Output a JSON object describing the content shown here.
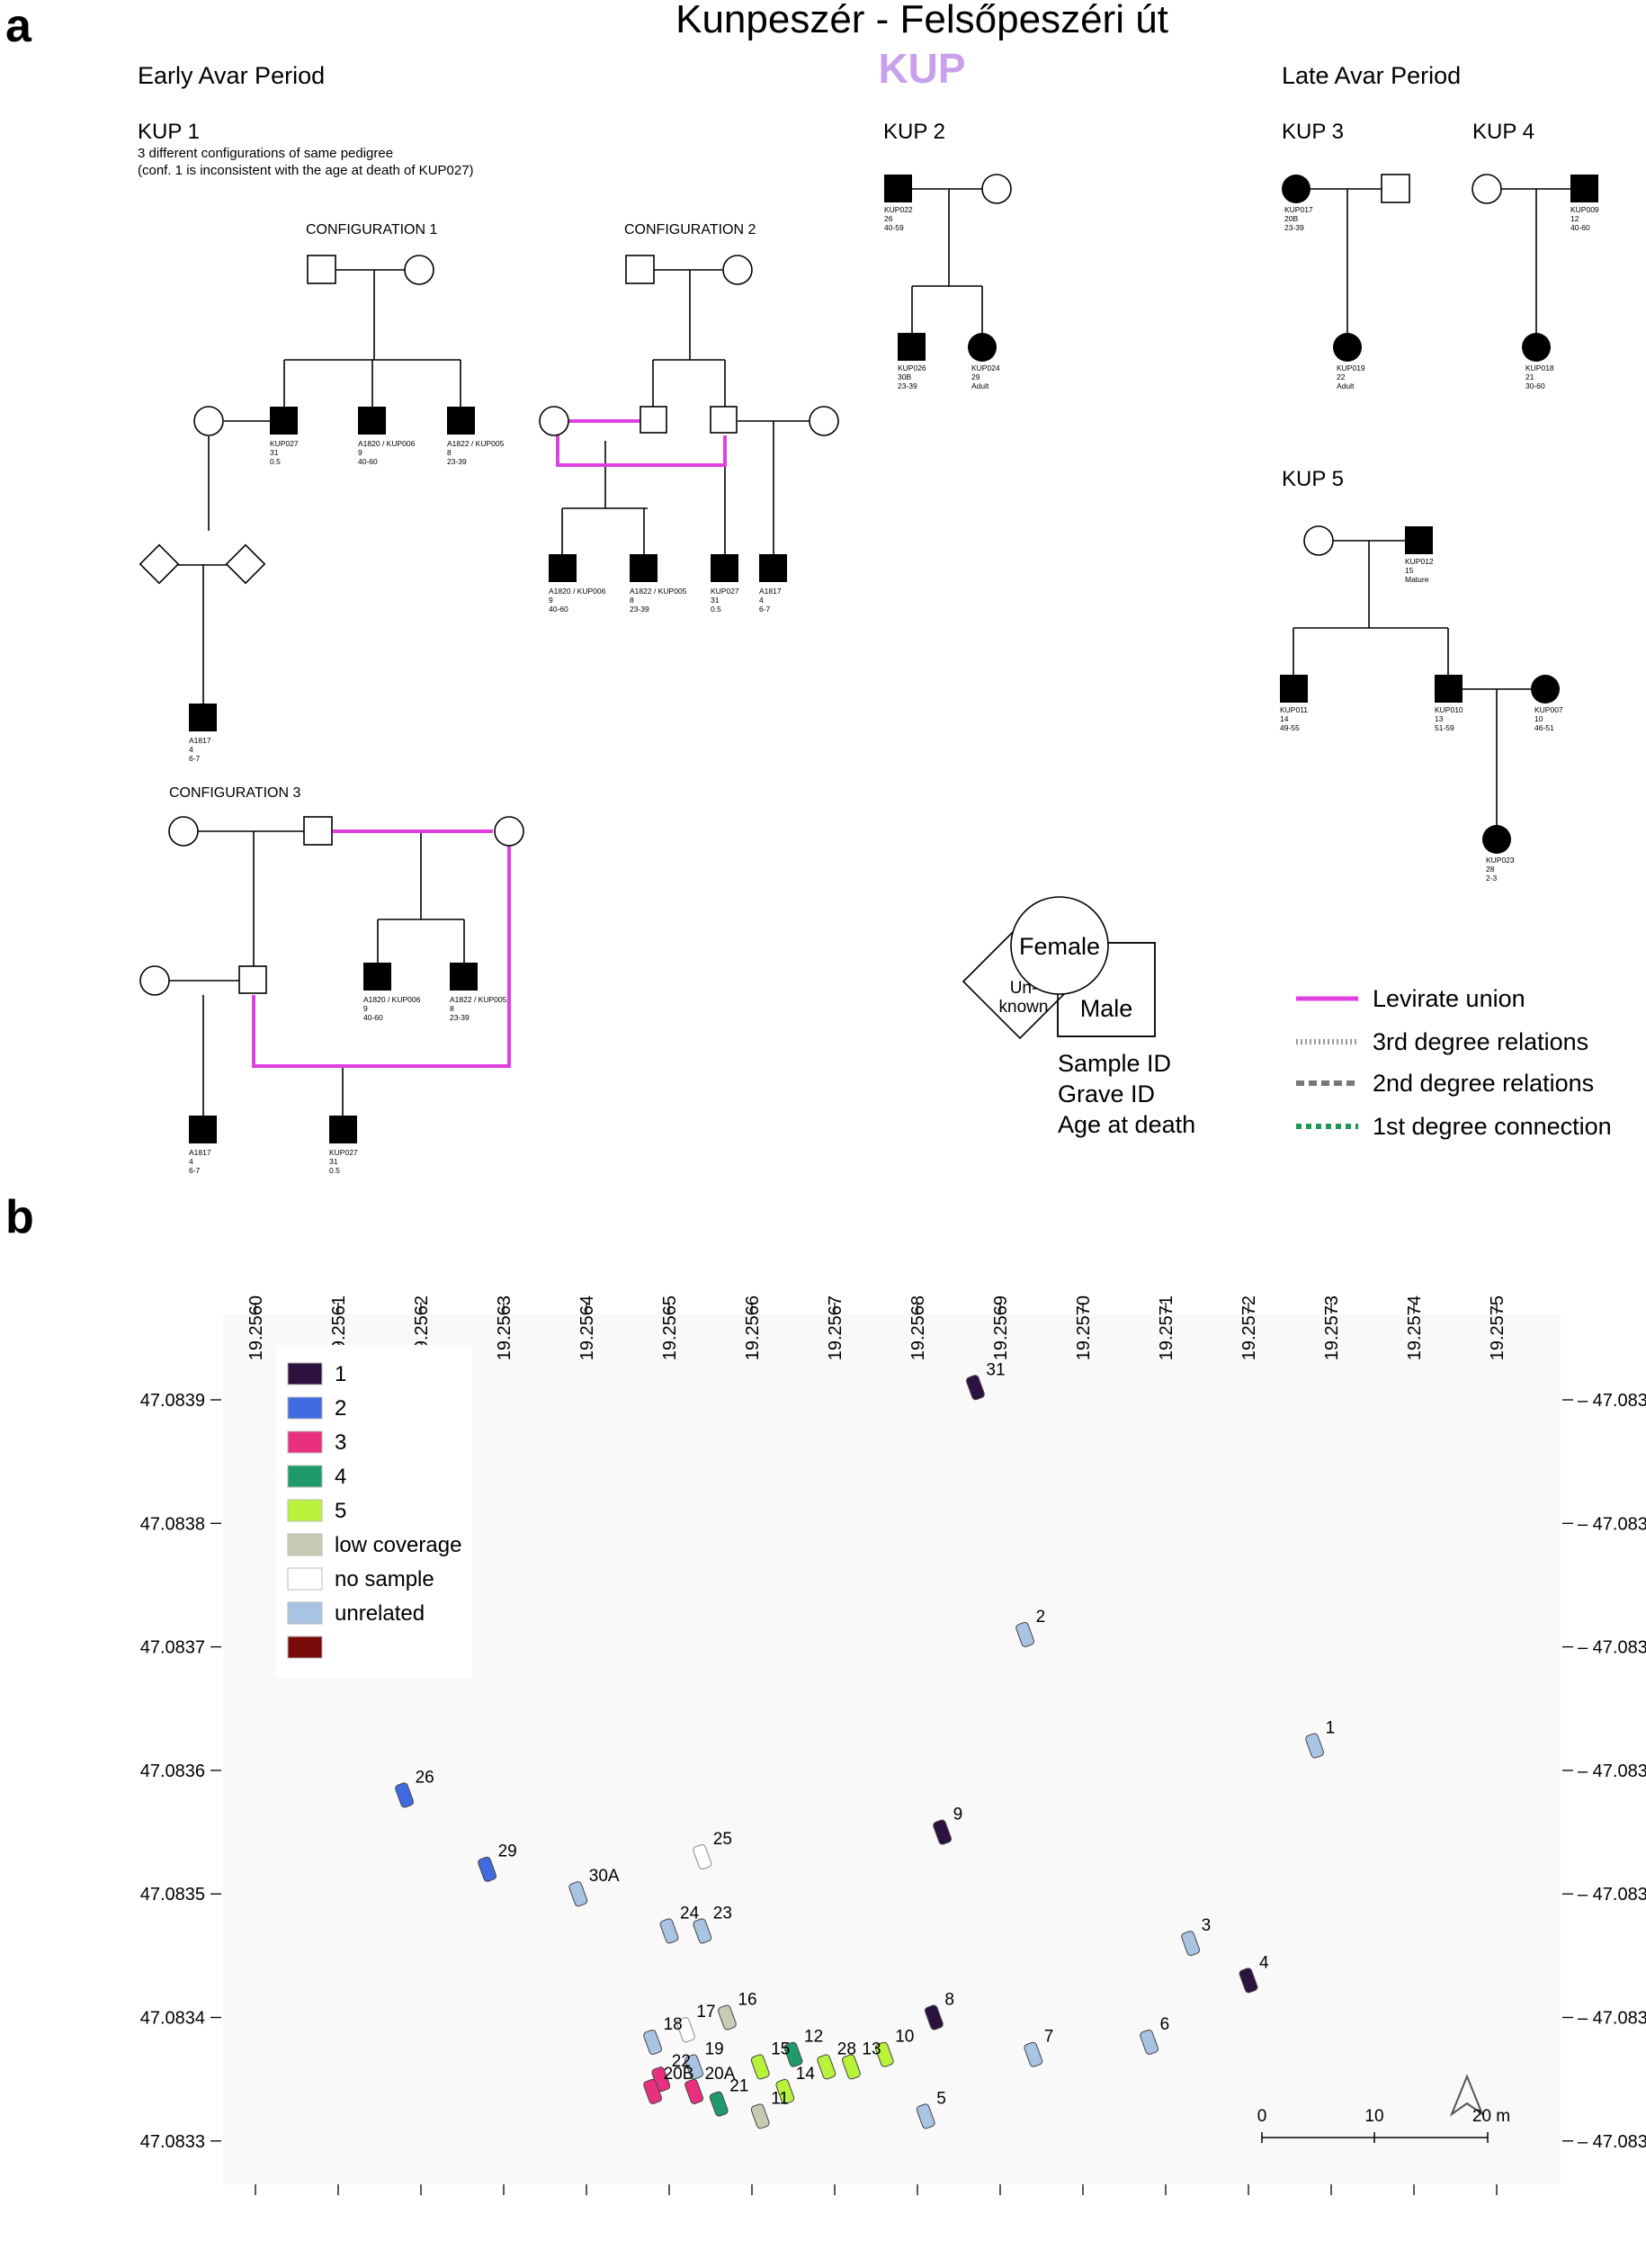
{
  "panel_a": {
    "label": "a",
    "title": "Kunpeszér - Felsőpeszéri út",
    "site_code": "KUP",
    "early_period": "Early Avar Period",
    "late_period": "Late Avar Period",
    "kup1": {
      "name": "KUP 1",
      "note1": "3 different configurations of same pedigree",
      "note2": "(conf. 1 is inconsistent with the age at death of KUP027)",
      "conf1": "CONFIGURATION 1",
      "conf2": "CONFIGURATION 2",
      "conf3": "CONFIGURATION 3"
    },
    "kup2": "KUP 2",
    "kup3": "KUP 3",
    "kup4": "KUP 4",
    "kup5": "KUP 5",
    "individuals": {
      "c1_kup027": [
        "KUP027",
        "31",
        "0.5"
      ],
      "c1_a1820": [
        "A1820 / KUP006",
        "9",
        "40-60"
      ],
      "c1_a1822": [
        "A1822 / KUP005",
        "8",
        "23-39"
      ],
      "c1_a1817": [
        "A1817",
        "4",
        "6-7"
      ],
      "c2_a1820": [
        "A1820 / KUP006",
        "9",
        "40-60"
      ],
      "c2_a1822": [
        "A1822 / KUP005",
        "8",
        "23-39"
      ],
      "c2_kup027": [
        "KUP027",
        "31",
        "0.5"
      ],
      "c2_a1817": [
        "A1817",
        "4",
        "6-7"
      ],
      "c3_a1820": [
        "A1820 / KUP006",
        "9",
        "40-60"
      ],
      "c3_a1822": [
        "A1822 / KUP005",
        "8",
        "23-39"
      ],
      "c3_a1817": [
        "A1817",
        "4",
        "6-7"
      ],
      "c3_kup027": [
        "KUP027",
        "31",
        "0.5"
      ],
      "k2_kup022": [
        "KUP022",
        "26",
        "40-59"
      ],
      "k2_kup026": [
        "KUP026",
        "30B",
        "23-39"
      ],
      "k2_kup024": [
        "KUP024",
        "29",
        "Adult"
      ],
      "k3_kup017": [
        "KUP017",
        "20B",
        "23-39"
      ],
      "k3_kup019": [
        "KUP019",
        "22",
        "Adult"
      ],
      "k4_kup009": [
        "KUP009",
        "12",
        "40-60"
      ],
      "k4_kup018": [
        "KUP018",
        "21",
        "30-60"
      ],
      "k5_kup012": [
        "KUP012",
        "15",
        "Mature"
      ],
      "k5_kup011": [
        "KUP011",
        "14",
        "49-55"
      ],
      "k5_kup010": [
        "KUP010",
        "13",
        "51-59"
      ],
      "k5_kup007": [
        "KUP007",
        "10",
        "46-51"
      ],
      "k5_kup023": [
        "KUP023",
        "28",
        "2-3"
      ]
    },
    "symbol_key": {
      "female": "Female",
      "unknown": "Un-\nknown",
      "male": "Male",
      "sample_id": "Sample ID",
      "grave_id": "Grave ID",
      "age_at_death": "Age at death"
    },
    "line_legend": [
      {
        "label": "Levirate union",
        "color": "#e040e0",
        "style": "solid"
      },
      {
        "label": "3rd degree relations",
        "color": "#9a9a9a",
        "style": "fine-dash"
      },
      {
        "label": "2nd degree relations",
        "color": "#777777",
        "style": "dash"
      },
      {
        "label": "1st degree connection",
        "color": "#1f9a55",
        "style": "dot"
      }
    ]
  },
  "panel_b": {
    "label": "b",
    "x_ticks": [
      "19.2560",
      "19.2561",
      "19.2562",
      "19.2563",
      "19.2564",
      "19.2565",
      "19.2566",
      "19.2567",
      "19.2568",
      "19.2569",
      "19.2570",
      "19.2571",
      "19.2572",
      "19.2573",
      "19.2574",
      "19.2575"
    ],
    "y_ticks": [
      "47.0839",
      "47.0838",
      "47.0837",
      "47.0836",
      "47.0835",
      "47.0834",
      "47.0833"
    ],
    "legend": [
      {
        "label": "1",
        "color": "#2d1240"
      },
      {
        "label": "2",
        "color": "#3f6ae0"
      },
      {
        "label": "3",
        "color": "#e8307f"
      },
      {
        "label": "4",
        "color": "#1f9a6a"
      },
      {
        "label": "5",
        "color": "#b9f23a"
      },
      {
        "label": "low coverage",
        "color": "#c8cab4"
      },
      {
        "label": "no sample",
        "color": "#ffffff"
      },
      {
        "label": "unrelated",
        "color": "#a9c3e3"
      },
      {
        "label": "",
        "color": "#7a0a0a"
      }
    ],
    "graves": [
      {
        "id": "31",
        "lon": 19.25687,
        "lat": 47.08391,
        "cat": "1"
      },
      {
        "id": "2",
        "lon": 19.25693,
        "lat": 47.08371,
        "cat": "unrelated"
      },
      {
        "id": "1",
        "lon": 19.25728,
        "lat": 47.08362,
        "cat": "unrelated"
      },
      {
        "id": "26",
        "lon": 19.25618,
        "lat": 47.08358,
        "cat": "2"
      },
      {
        "id": "9",
        "lon": 19.25683,
        "lat": 47.08355,
        "cat": "1"
      },
      {
        "id": "29",
        "lon": 19.25628,
        "lat": 47.08352,
        "cat": "2"
      },
      {
        "id": "25",
        "lon": 19.25654,
        "lat": 47.08353,
        "cat": "no sample"
      },
      {
        "id": "30A",
        "lon": 19.25639,
        "lat": 47.0835,
        "cat": "unrelated"
      },
      {
        "id": "24",
        "lon": 19.2565,
        "lat": 47.08347,
        "cat": "unrelated"
      },
      {
        "id": "23",
        "lon": 19.25654,
        "lat": 47.08347,
        "cat": "unrelated"
      },
      {
        "id": "3",
        "lon": 19.25713,
        "lat": 47.08346,
        "cat": "unrelated"
      },
      {
        "id": "4",
        "lon": 19.2572,
        "lat": 47.08343,
        "cat": "1"
      },
      {
        "id": "16",
        "lon": 19.25657,
        "lat": 47.0834,
        "cat": "low coverage"
      },
      {
        "id": "17",
        "lon": 19.25652,
        "lat": 47.08339,
        "cat": "no sample"
      },
      {
        "id": "8",
        "lon": 19.25682,
        "lat": 47.0834,
        "cat": "1"
      },
      {
        "id": "18",
        "lon": 19.25648,
        "lat": 47.08338,
        "cat": "unrelated"
      },
      {
        "id": "10",
        "lon": 19.25676,
        "lat": 47.08337,
        "cat": "5"
      },
      {
        "id": "13",
        "lon": 19.25672,
        "lat": 47.08336,
        "cat": "5"
      },
      {
        "id": "28",
        "lon": 19.25669,
        "lat": 47.08336,
        "cat": "5"
      },
      {
        "id": "12",
        "lon": 19.25665,
        "lat": 47.08337,
        "cat": "4"
      },
      {
        "id": "15",
        "lon": 19.25661,
        "lat": 47.08336,
        "cat": "5"
      },
      {
        "id": "19",
        "lon": 19.25653,
        "lat": 47.08336,
        "cat": "unrelated"
      },
      {
        "id": "7",
        "lon": 19.25694,
        "lat": 47.08337,
        "cat": "unrelated"
      },
      {
        "id": "6",
        "lon": 19.25708,
        "lat": 47.08338,
        "cat": "unrelated"
      },
      {
        "id": "22",
        "lon": 19.25649,
        "lat": 47.08335,
        "cat": "3"
      },
      {
        "id": "20A",
        "lon": 19.25653,
        "lat": 47.08334,
        "cat": "3"
      },
      {
        "id": "20B",
        "lon": 19.25648,
        "lat": 47.08334,
        "cat": "3"
      },
      {
        "id": "14",
        "lon": 19.25664,
        "lat": 47.08334,
        "cat": "5"
      },
      {
        "id": "21",
        "lon": 19.25656,
        "lat": 47.08333,
        "cat": "4"
      },
      {
        "id": "11",
        "lon": 19.25661,
        "lat": 47.08332,
        "cat": "low coverage"
      },
      {
        "id": "5",
        "lon": 19.25681,
        "lat": 47.08332,
        "cat": "unrelated"
      }
    ],
    "scale_labels": [
      "0",
      "10",
      "20 m"
    ]
  }
}
